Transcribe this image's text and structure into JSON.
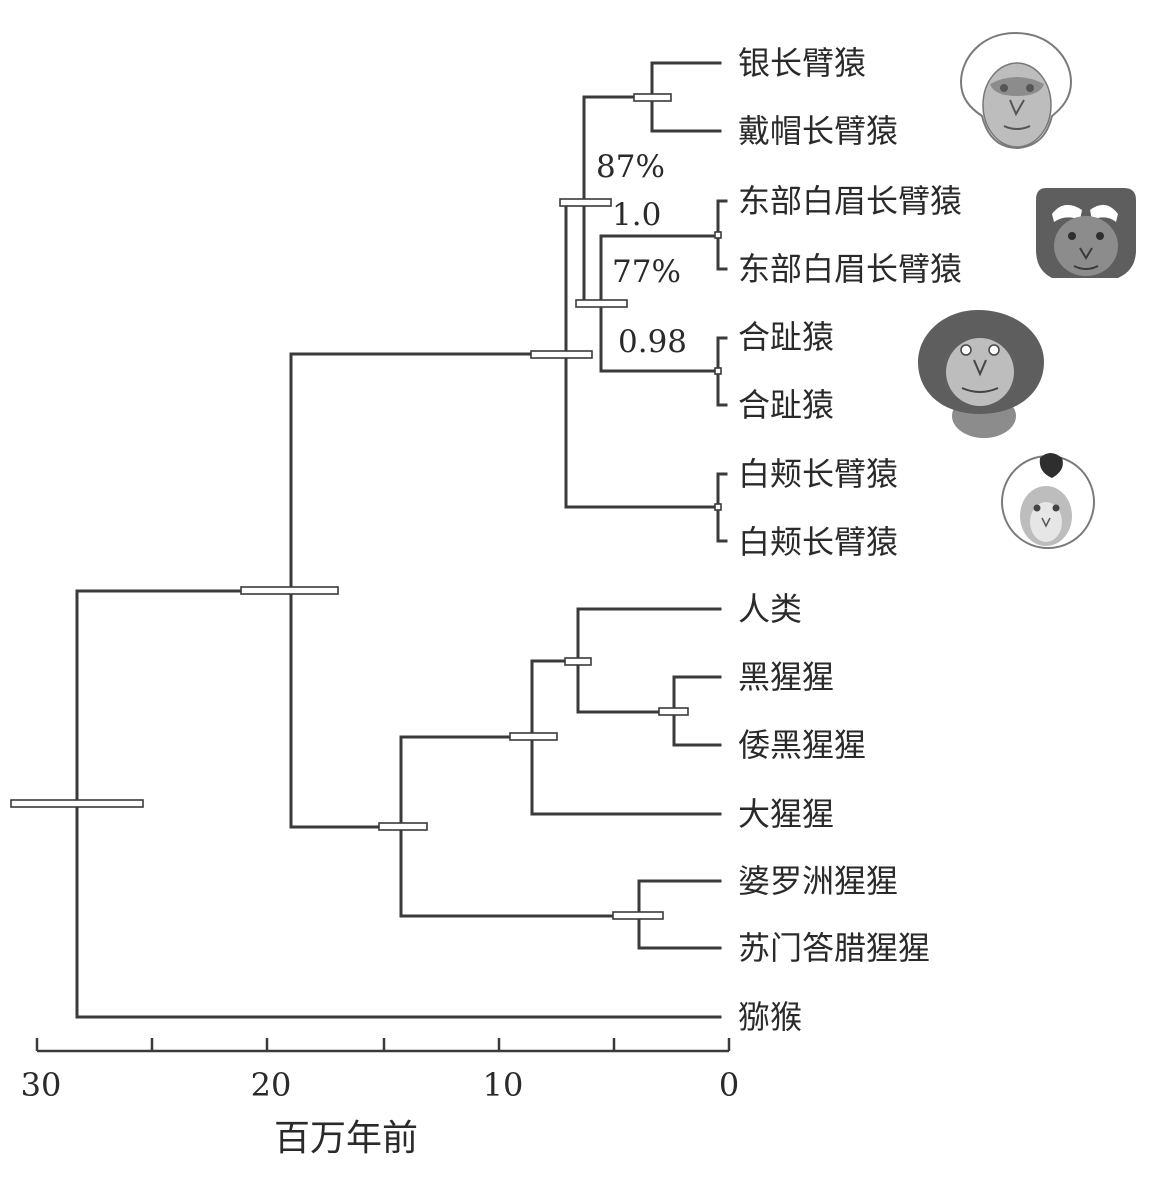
{
  "axis": {
    "title": "百万年前",
    "ticks": [
      "30",
      "20",
      "10",
      "0"
    ]
  },
  "taxa": [
    "银长臂猿",
    "戴帽长臂猿",
    "东部白眉长臂猿",
    "东部白眉长臂猿",
    "合趾猿",
    "合趾猿",
    "白颊长臂猿",
    "白颊长臂猿",
    "人类",
    "黑猩猩",
    "倭黑猩猩",
    "大猩猩",
    "婆罗洲猩猩",
    "苏门答腊猩猩",
    "猕猴"
  ],
  "support_values": {
    "bootstrap_gibbon_clade": "87%",
    "posterior_gibbon_clade": "1.0",
    "bootstrap_hoolock_siamang": "77%",
    "posterior_hoolock_siamang": "0.98"
  },
  "icons": [
    "gibbon-face-light-icon",
    "hoolock-face-icon",
    "siamang-face-icon",
    "white-cheeked-gibbon-face-icon"
  ],
  "colors": {
    "line": "#3a3a3a",
    "face_light": "#bdbdbd",
    "face_dark": "#5e5e5e",
    "face_mid": "#8c8c8c"
  }
}
